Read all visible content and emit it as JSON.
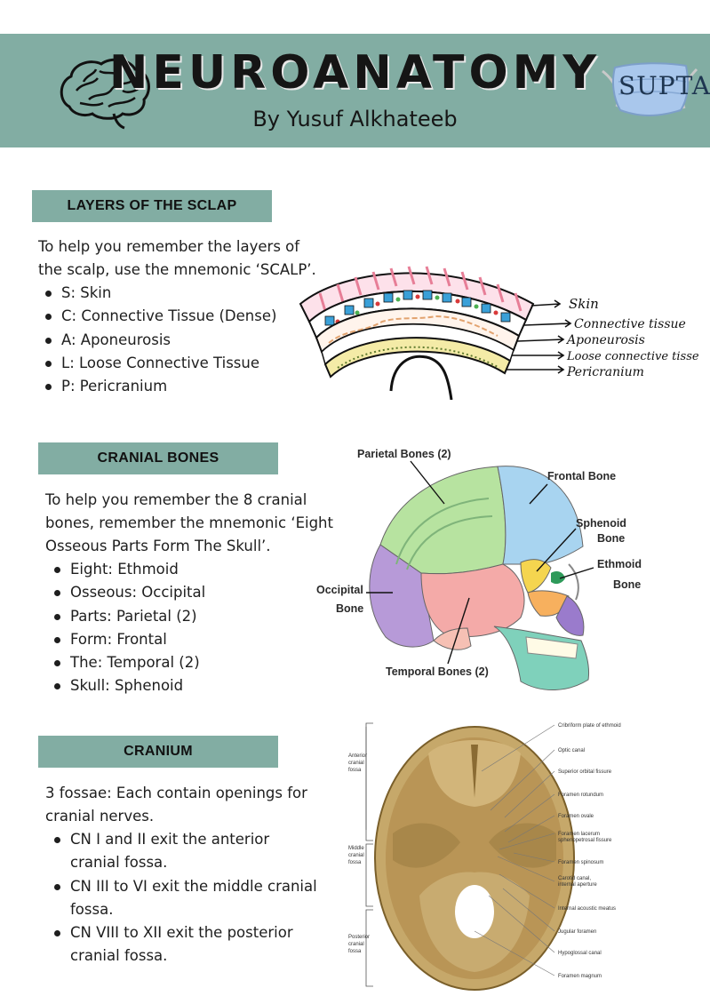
{
  "header": {
    "title": "NEUROANATOMY",
    "author": "By Yusuf Alkhateeb",
    "logo_text": "SUPTA",
    "brain_icon": "brain-icon",
    "mask_icon": "mask-icon",
    "banner_color": "#82ada3"
  },
  "scalp": {
    "heading": "LAYERS OF THE SCLAP",
    "intro_line1": "To help you remember the layers of",
    "intro_line2": "the scalp, use the mnemonic ‘SCALP’.",
    "items": [
      "S: Skin",
      "C: Connective Tissue (Dense)",
      "A: Aponeurosis",
      "L: Loose Connective Tissue",
      "P: Pericranium"
    ],
    "diagram_labels": [
      "Skin",
      "Connective tissue",
      "Aponeurosis",
      "Loose connective tisse",
      "Pericranium"
    ]
  },
  "cranial_bones": {
    "heading": "CRANIAL BONES",
    "intro_line1": "To help you remember the 8 cranial",
    "intro_line2": "bones, remember the mnemonic ‘Eight",
    "intro_line3": "Osseous Parts Form The Skull’.",
    "items": [
      "Eight: Ethmoid",
      "Osseous: Occipital",
      "Parts: Parietal (2)",
      " Form: Frontal",
      "The: Temporal (2)",
      "Skull: Sphenoid"
    ],
    "diagram_labels": {
      "parietal": "Parietal Bones (2)",
      "frontal": "Frontal Bone",
      "sphenoid_1": "Sphenoid",
      "sphenoid_2": "Bone",
      "ethmoid_1": "Ethmoid",
      "ethmoid_2": "Bone",
      "occipital_1": "Occipital",
      "occipital_2": "Bone",
      "temporal": "Temporal Bones (2)"
    }
  },
  "cranium": {
    "heading": "CRANIUM",
    "intro_line1": "3 fossae: Each contain openings for",
    "intro_line2": "cranial nerves.",
    "items": [
      [
        "CN I and II exit the anterior",
        "cranial fossa."
      ],
      [
        "CN III to VI exit the middle cranial",
        "fossa."
      ],
      [
        "CN VIII to XII exit the posterior",
        "cranial fossa."
      ]
    ],
    "fossa_labels": {
      "anterior": [
        "Anterior",
        "cranial",
        "fossa"
      ],
      "middle": [
        "Middle",
        "cranial",
        "fossa"
      ],
      "posterior": [
        "Posterior",
        "cranial",
        "fossa"
      ]
    },
    "right_labels": [
      [
        "Cribriform plate of ethmoid"
      ],
      [
        "Optic canal"
      ],
      [
        "Superior orbital fissure"
      ],
      [
        "Foramen rotundum"
      ],
      [
        "Foramen ovale"
      ],
      [
        "Foramen lacerum",
        "sphenopetrosal fissure"
      ],
      [
        "Foramen spinosum"
      ],
      [
        "Carotid canal,",
        "internal aperture"
      ],
      [
        "Internal acoustic meatus"
      ],
      [
        "Jugular foramen"
      ],
      [
        "Hypoglossal canal"
      ],
      [
        "Foramen magnum"
      ]
    ]
  }
}
